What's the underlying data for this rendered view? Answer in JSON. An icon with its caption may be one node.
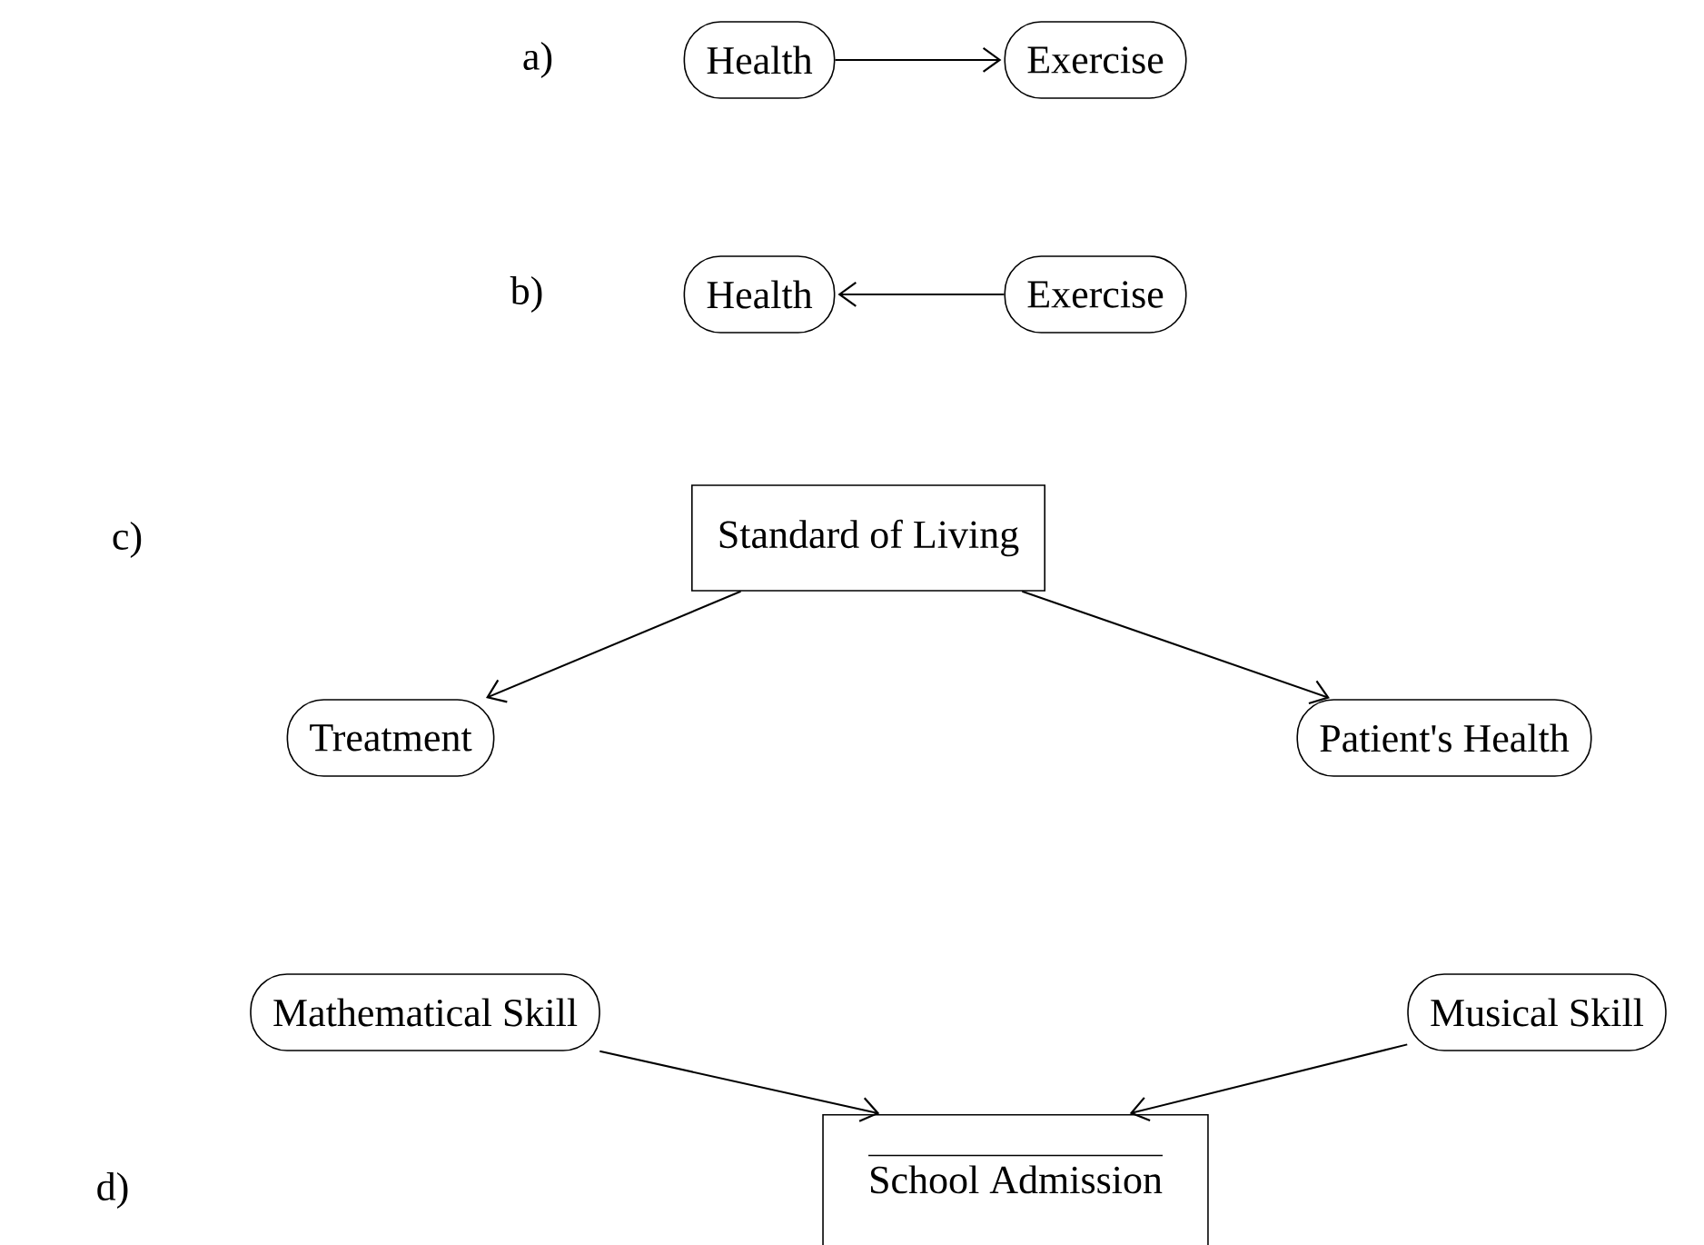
{
  "diagram": {
    "nodes": [
      {
        "text": [
          "Health"
        ]
      },
      {
        "text": [
          "Exercise"
        ]
      },
      {
        "text": [
          "Health"
        ]
      },
      {
        "text": [
          "Exercise"
        ]
      },
      {
        "text": [
          "Standard of Living"
        ]
      },
      {
        "text": [
          "Treatment"
        ]
      },
      {
        "text": [
          "Patient's Health"
        ]
      },
      {
        "text": [
          "Mathematical Skill"
        ]
      },
      {
        "text": [
          "Musical Skill"
        ]
      },
      {
        "text": [
          "School Admission"
        ]
      }
    ],
    "edges": [
      {
        "from": 0,
        "to": 1,
        "arrow": "to"
      },
      {
        "from": 3,
        "to": 2,
        "arrow": "to"
      },
      {
        "from": 4,
        "to": 5,
        "arrow": "to"
      },
      {
        "from": 4,
        "to": 6,
        "arrow": "to"
      },
      {
        "from": 7,
        "to": 9,
        "arrow": "to"
      },
      {
        "from": 8,
        "to": 9,
        "arrow": "to"
      }
    ],
    "labels": [
      "a)",
      "b)",
      "c)",
      "d)"
    ]
  }
}
